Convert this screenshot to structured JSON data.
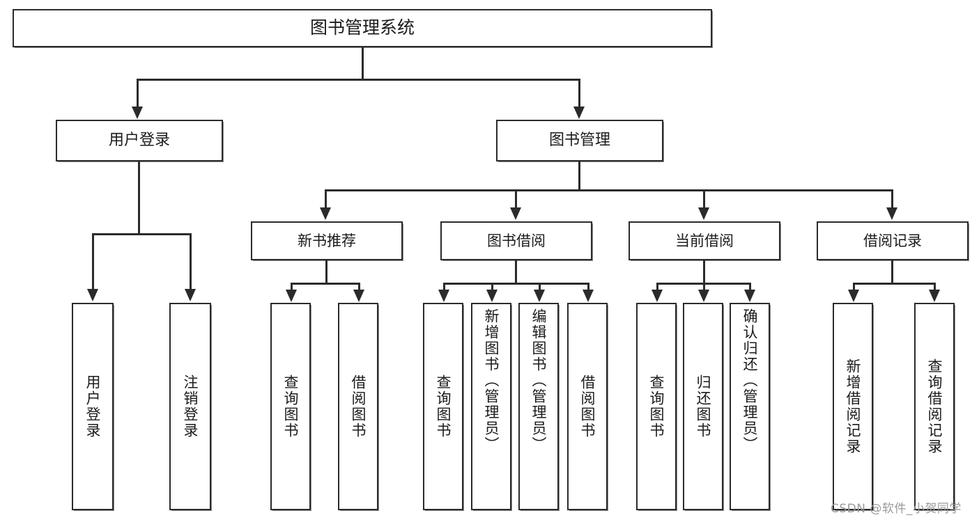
{
  "diagram": {
    "type": "tree-hierarchy",
    "title": "图书管理系统",
    "root": {
      "label": "图书管理系统",
      "level": 1
    },
    "level2": [
      {
        "label": "用户登录"
      },
      {
        "label": "图书管理"
      }
    ],
    "level3": [
      {
        "label": "新书推荐"
      },
      {
        "label": "图书借阅"
      },
      {
        "label": "当前借阅"
      },
      {
        "label": "借阅记录"
      }
    ],
    "leaves": {
      "user_login": [
        {
          "label": "用户登录"
        },
        {
          "label": "注销登录"
        }
      ],
      "new_book_recommend": [
        {
          "label": "查询图书"
        },
        {
          "label": "借阅图书"
        }
      ],
      "book_borrow": [
        {
          "label": "查询图书"
        },
        {
          "label": "新增图书（管理员）"
        },
        {
          "label": "编辑图书（管理员）"
        },
        {
          "label": "借阅图书"
        }
      ],
      "current_borrow": [
        {
          "label": "查询图书"
        },
        {
          "label": "归还图书"
        },
        {
          "label": "确认归还（管理员）"
        }
      ],
      "borrow_record": [
        {
          "label": "新增借阅记录"
        },
        {
          "label": "查询借阅记录"
        }
      ]
    }
  },
  "watermark": {
    "text": "CSDN @软件_小贺同学"
  },
  "colors": {
    "stroke": "#2b2b2b",
    "background": "#ffffff",
    "text": "#1b1b1b",
    "watermark": "#9a9a9a"
  }
}
